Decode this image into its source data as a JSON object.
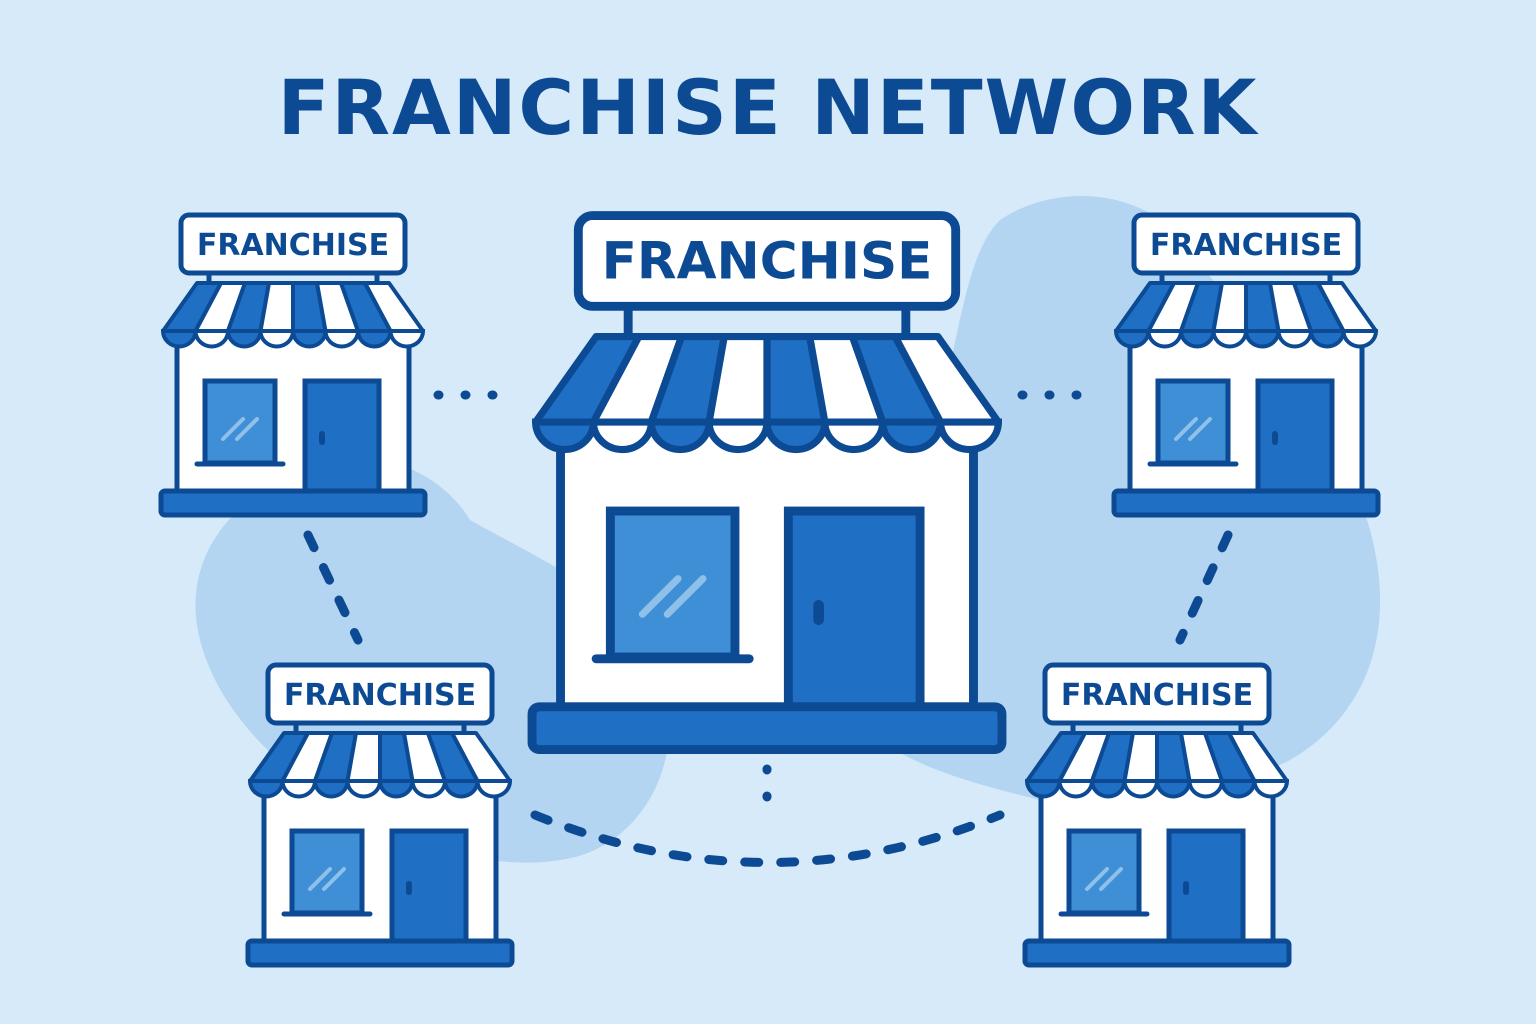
{
  "title": "FRANCHISE NETWORK",
  "colors": {
    "background": "#d6eaf9",
    "blob": "#b3d5f1",
    "outline": "#0d4a94",
    "accent": "#1f6fc4",
    "window": "#3f8fd6",
    "white": "#ffffff"
  },
  "hub": {
    "label": "FRANCHISE"
  },
  "stores": [
    {
      "id": "top-left",
      "label": "FRANCHISE"
    },
    {
      "id": "top-right",
      "label": "FRANCHISE"
    },
    {
      "id": "bottom-left",
      "label": "FRANCHISE"
    },
    {
      "id": "bottom-right",
      "label": "FRANCHISE"
    }
  ]
}
